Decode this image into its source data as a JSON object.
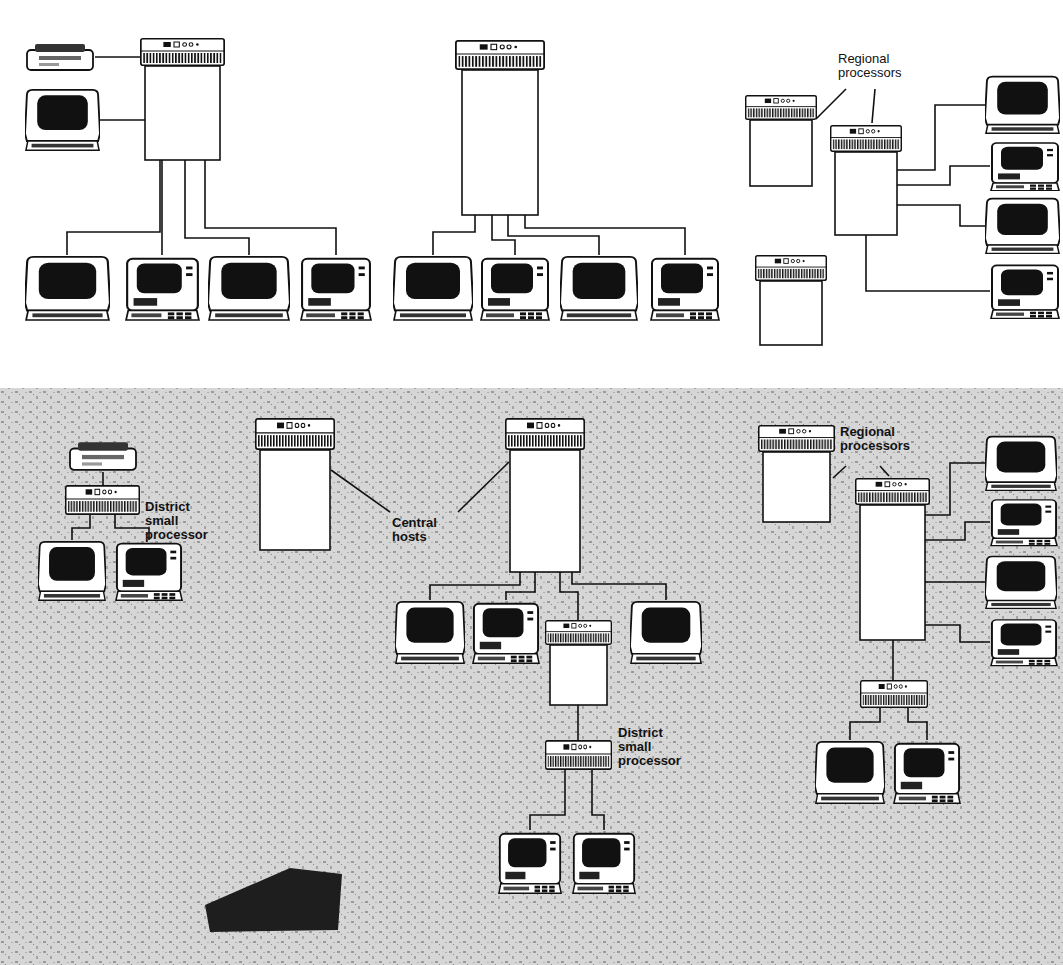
{
  "diagram": {
    "labels": [
      "Regional processors",
      "Regional processors",
      "Central hosts",
      "District small processor",
      "District small processor"
    ]
  }
}
